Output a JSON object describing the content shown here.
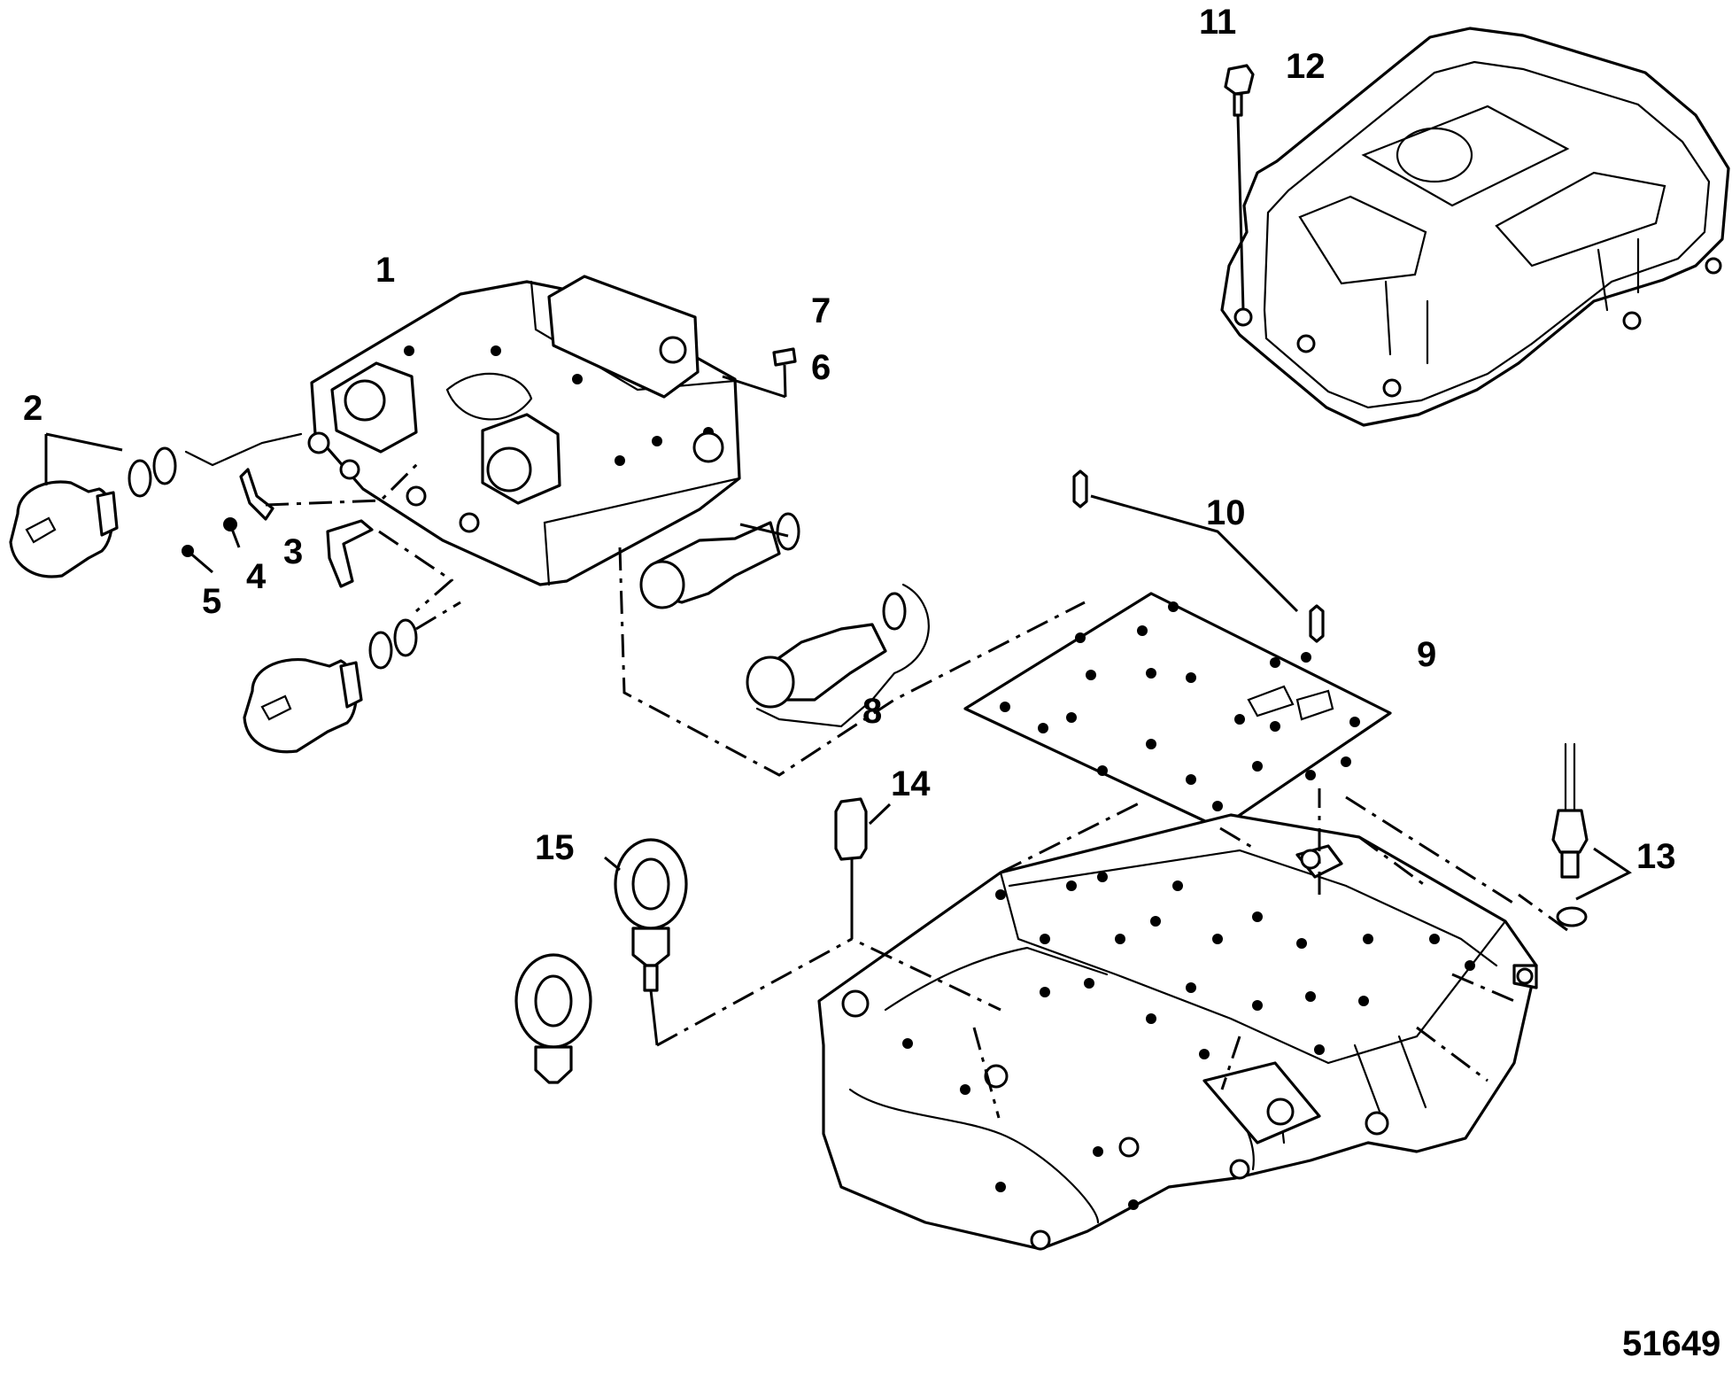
{
  "diagram": {
    "callouts": [
      {
        "id": "callout-1",
        "label": "1"
      },
      {
        "id": "callout-2",
        "label": "2"
      },
      {
        "id": "callout-3",
        "label": "3"
      },
      {
        "id": "callout-4",
        "label": "4"
      },
      {
        "id": "callout-5",
        "label": "5"
      },
      {
        "id": "callout-6",
        "label": "6"
      },
      {
        "id": "callout-7",
        "label": "7"
      },
      {
        "id": "callout-8",
        "label": "8"
      },
      {
        "id": "callout-9",
        "label": "9"
      },
      {
        "id": "callout-10",
        "label": "10"
      },
      {
        "id": "callout-11",
        "label": "11"
      },
      {
        "id": "callout-12",
        "label": "12"
      },
      {
        "id": "callout-13",
        "label": "13"
      },
      {
        "id": "callout-14",
        "label": "14"
      },
      {
        "id": "callout-15",
        "label": "15"
      }
    ],
    "figure_number": "51649"
  }
}
